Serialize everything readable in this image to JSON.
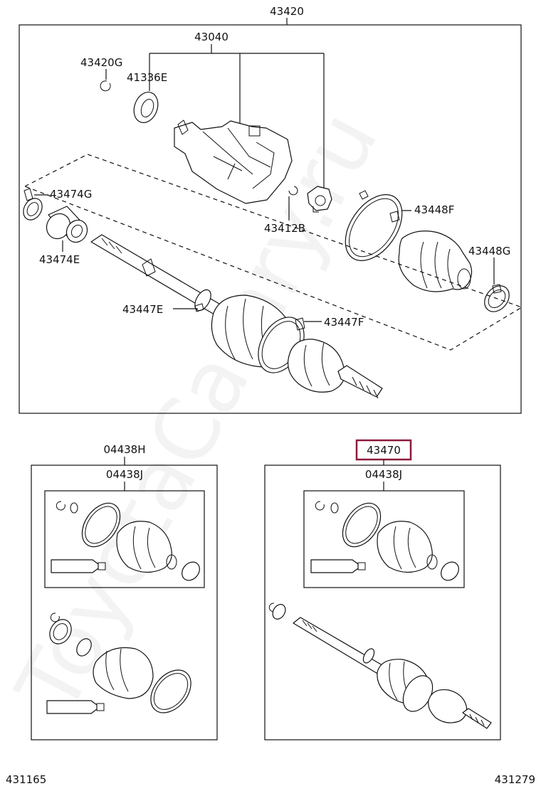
{
  "watermark": "ToyotaCamry.ru",
  "main_assembly": {
    "label": "43420",
    "inner_joint_label": "43040",
    "labels": {
      "snap_ring_inner": "43420G",
      "dust_deflector": "41336E",
      "snap_ring_tripod": "43412B",
      "boot_clamp_inner": "43448F",
      "boot_clamp_small": "43448G",
      "damper_clamp": "43474G",
      "dynamic_damper": "43474E",
      "outer_clamp_small": "43447E",
      "outer_clamp_large": "43447F"
    }
  },
  "boot_kits": {
    "left_group_label": "04438H",
    "left_inner_label": "04438J",
    "right_group_label": "43470",
    "right_inner_label": "04438J"
  },
  "footer": {
    "left_code": "431165",
    "right_code": "431279"
  },
  "colors": {
    "highlight": "#8b1a3a",
    "line": "#111111"
  }
}
